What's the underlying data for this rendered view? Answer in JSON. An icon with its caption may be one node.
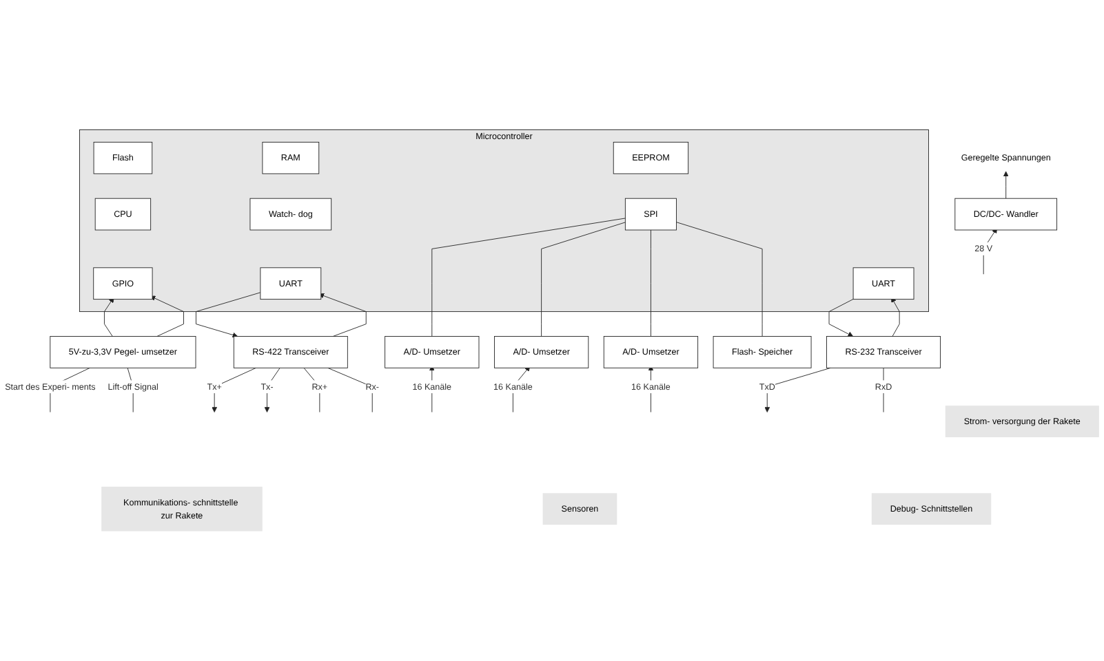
{
  "diagram": {
    "nodes": [
      {
        "text": [
          "Microcontroller"
        ]
      },
      {
        "text": [
          "Flash"
        ],
        "in": 0
      },
      {
        "text": [
          "RAM"
        ],
        "in": 0
      },
      {
        "text": [
          "EEPROM"
        ],
        "in": 0
      },
      {
        "text": [
          "CPU"
        ],
        "in": 0
      },
      {
        "text": [
          "Watch- dog"
        ],
        "in": 0
      },
      {
        "text": [
          "SPI"
        ],
        "in": 0
      },
      {
        "text": [
          "GPIO"
        ],
        "in": 0
      },
      {
        "text": [
          "UART"
        ],
        "in": 0
      },
      {
        "text": [
          "UART"
        ],
        "in": 0
      },
      {
        "text": [
          "Geregelte Spannungen"
        ]
      },
      {
        "text": [
          "A/D- Umsetzer"
        ]
      },
      {
        "text": [
          "A/D- Umsetzer"
        ]
      },
      {
        "text": [
          "A/D- Umsetzer"
        ]
      },
      {
        "text": [
          "Flash- Speicher"
        ]
      },
      {
        "text": [
          "DC/DC- Wandler"
        ]
      },
      {
        "text": [
          "5V-zu-3,3V Pegel- umsetzer"
        ]
      },
      {
        "text": [
          "RS-422 Transceiver"
        ]
      },
      {
        "text": [
          "RS-232 Transceiver"
        ]
      },
      {
        "text": [
          "Strom- versorgung der Rakete"
        ]
      },
      {
        "text": [
          "Kommunikations- schnittstelle zur Rakete"
        ]
      },
      {
        "text": [
          "Debug- Schnittstellen"
        ]
      },
      {
        "text": [
          "Sensoren"
        ]
      }
    ],
    "edges": [
      {
        "from": 6,
        "to": 11,
        "arrow": "none"
      },
      {
        "from": 6,
        "to": 12,
        "arrow": "none"
      },
      {
        "from": 6,
        "to": 13,
        "arrow": "none"
      },
      {
        "from": 6,
        "to": 14,
        "arrow": "none"
      },
      {
        "from": 15,
        "to": 10,
        "arrow": "to"
      },
      {
        "from": 16,
        "to": 7,
        "arrow": "to"
      },
      {
        "from": 16,
        "to": 7,
        "arrow": "to"
      },
      {
        "from": 8,
        "to": 17,
        "arrow": "to"
      },
      {
        "from": 17,
        "to": 8,
        "arrow": "to"
      },
      {
        "from": 9,
        "to": 18,
        "arrow": "to"
      },
      {
        "from": 18,
        "to": 9,
        "arrow": "to"
      },
      {
        "from": null,
        "to": 15,
        "arrow": "to",
        "label": "28 V"
      },
      {
        "from": null,
        "to": 16,
        "arrow": "none",
        "label": "Start des Experi- ments"
      },
      {
        "from": null,
        "to": 16,
        "arrow": "none",
        "label": "Lift-off Signal"
      },
      {
        "from": 17,
        "to": null,
        "arrow": "to",
        "label": "Tx+"
      },
      {
        "from": 17,
        "to": null,
        "arrow": "to",
        "label": "Tx-"
      },
      {
        "from": null,
        "to": 17,
        "arrow": "none",
        "label": "Rx+"
      },
      {
        "from": null,
        "to": 17,
        "arrow": "none",
        "label": "Rx-"
      },
      {
        "from": 18,
        "to": null,
        "arrow": "to",
        "label": "TxD"
      },
      {
        "from": null,
        "to": 18,
        "arrow": "none",
        "label": "RxD"
      },
      {
        "from": null,
        "to": 11,
        "arrow": "to",
        "label": "16 Kanäle"
      },
      {
        "from": null,
        "to": 12,
        "arrow": "to",
        "label": "16 Kanäle"
      },
      {
        "from": null,
        "to": 13,
        "arrow": "to",
        "label": "16 Kanäle"
      }
    ]
  }
}
